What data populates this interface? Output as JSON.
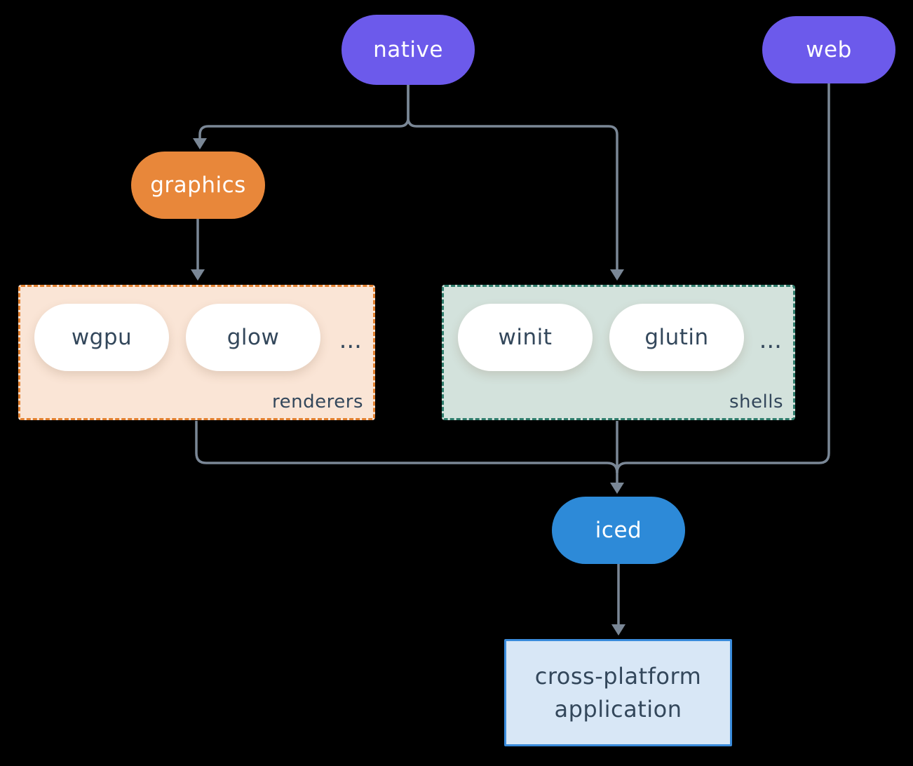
{
  "diagram": {
    "nodes": {
      "native": {
        "label": "native"
      },
      "web": {
        "label": "web"
      },
      "graphics": {
        "label": "graphics"
      },
      "iced": {
        "label": "iced"
      },
      "application": {
        "line1": "cross-platform",
        "line2": "application"
      }
    },
    "groups": {
      "renderers": {
        "label": "renderers",
        "items": [
          {
            "label": "wgpu"
          },
          {
            "label": "glow"
          }
        ],
        "ellipsis": "..."
      },
      "shells": {
        "label": "shells",
        "items": [
          {
            "label": "winit"
          },
          {
            "label": "glutin"
          }
        ],
        "ellipsis": "..."
      }
    },
    "colors": {
      "background": "#000000",
      "connector": "#7A8796",
      "purple_pill": "#6C5AEB",
      "orange_pill": "#E8873A",
      "blue_pill": "#2D8AD8",
      "white_pill": "#FFFFFF",
      "renderers_bg": "#FAE5D6",
      "renderers_border": "#E2802F",
      "shells_bg": "#D3E2DC",
      "shells_border": "#2F7D6C",
      "application_bg": "#D8E7F6",
      "application_border": "#3A8BDB",
      "dark_text": "#33475B",
      "light_text": "#FFFFFF"
    }
  }
}
